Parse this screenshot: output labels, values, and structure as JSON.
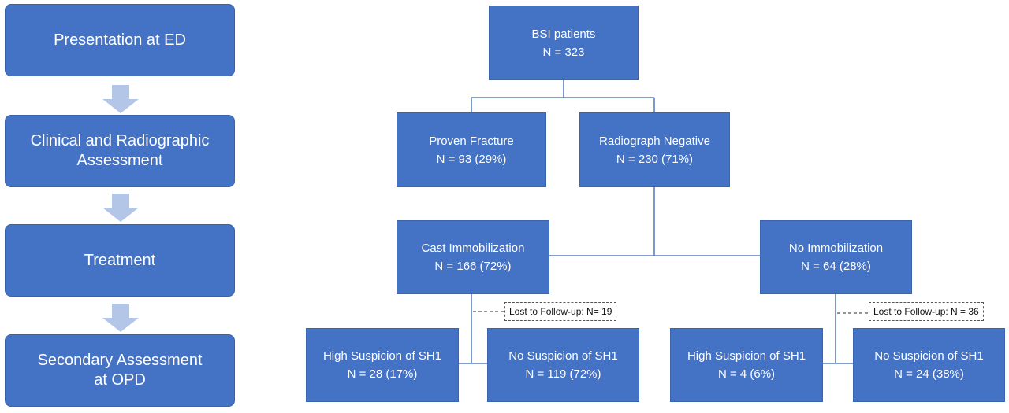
{
  "stages": [
    "Presentation at ED",
    "Clinical and Radiographic Assessment",
    "Treatment",
    "Secondary Assessment at OPD"
  ],
  "stage_lines": [
    [
      "Presentation at ED"
    ],
    [
      "Clinical and Radiographic",
      "Assessment"
    ],
    [
      "Treatment"
    ],
    [
      "Secondary Assessment",
      "at OPD"
    ]
  ],
  "nodes": {
    "root": {
      "label": "BSI patients",
      "count": "N = 323"
    },
    "proven_fracture": {
      "label": "Proven Fracture",
      "count": "N = 93 (29%)"
    },
    "radiograph_negative": {
      "label": "Radiograph Negative",
      "count": "N = 230 (71%)"
    },
    "cast_immobilization": {
      "label": "Cast Immobilization",
      "count": "N = 166 (72%)"
    },
    "no_immobilization": {
      "label": "No Immobilization",
      "count": "N = 64 (28%)"
    },
    "cast_high_suspicion": {
      "label": "High Suspicion of SH1",
      "count": "N = 28 (17%)"
    },
    "cast_no_suspicion": {
      "label": "No Suspicion of SH1",
      "count": "N = 119 (72%)"
    },
    "noimm_high_suspicion": {
      "label": "High Suspicion of SH1",
      "count": "N = 4 (6%)"
    },
    "noimm_no_suspicion": {
      "label": "No Suspicion of SH1",
      "count": "N = 24 (38%)"
    }
  },
  "lost_to_followup": {
    "cast": "Lost to Follow-up: N= 19",
    "no_immobilization": "Lost to Follow-up: N = 36"
  },
  "colors": {
    "box_fill": "#4472c4",
    "box_text": "#ffffff",
    "stage_arrow": "#b4c6e7",
    "connector": "#5b7fbf",
    "dashed_connector": "#555555"
  }
}
